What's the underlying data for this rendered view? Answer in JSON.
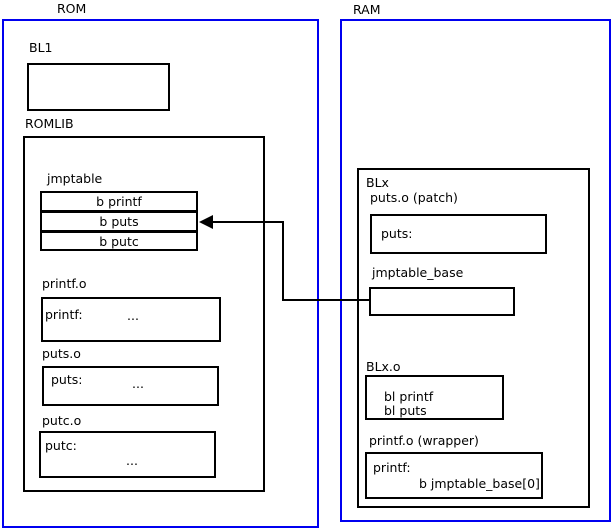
{
  "rom": {
    "title": "ROM",
    "bl1": {
      "label": "BL1"
    },
    "romlib": {
      "label": "ROMLIB"
    },
    "jmptable": {
      "label": "jmptable",
      "rows": [
        "b printf",
        "b puts",
        "b putc"
      ]
    },
    "printf_o": {
      "label": "printf.o",
      "symbol": "printf:",
      "body": "..."
    },
    "puts_o": {
      "label": "puts.o",
      "symbol": "puts:",
      "body": "..."
    },
    "putc_o": {
      "label": "putc.o",
      "symbol": "putc:",
      "body": "..."
    }
  },
  "ram": {
    "title": "RAM",
    "blx": {
      "label": "BLx"
    },
    "puts_patch": {
      "label": "puts.o (patch)",
      "symbol": "puts:"
    },
    "jmptable_base": {
      "label": "jmptable_base"
    },
    "blx_o": {
      "label": "BLx.o",
      "lines": [
        "bl printf",
        "bl puts"
      ]
    },
    "printf_wrapper": {
      "label": "printf.o (wrapper)",
      "symbol": "printf:",
      "instruction": "b jmptable_base[0]"
    }
  },
  "colors": {
    "frame_blue": "#0000f0",
    "line_black": "#000000"
  }
}
